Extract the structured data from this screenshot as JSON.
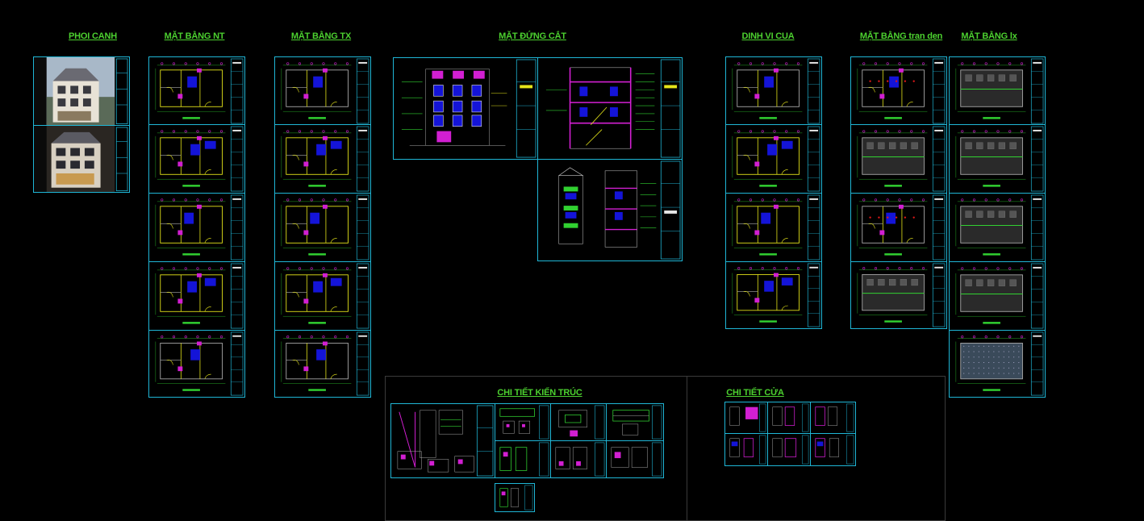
{
  "section_titles": {
    "phoi_canh": "PHOI CANH",
    "mat_bang_nt": "MẶT BẰNG NT",
    "mat_bang_tx": "MẶT BẰNG TX",
    "mat_dung_cat": "MẶT ĐỨNG CẮT",
    "dinh_vi_cua": "DINH VI CUA",
    "mat_bang_tran_den": "MẶT BẰNG tran den",
    "mat_bang_lx": "MẶT BẰNG lx",
    "chi_tiet_kien_truc": "CHI TIẾT KIẾN TRÚC",
    "chi_tiet_cua": "CHI TIẾT CỬA"
  },
  "colors": {
    "background": "#000000",
    "sheet_border": "#1fb6d6",
    "title_green": "#4cd12f",
    "wall_yellow": "#e5e51a",
    "magenta": "#d21fd2",
    "blue_fill": "#1414d8",
    "green_lines": "#31d131",
    "red": "#e01818"
  },
  "icons": {
    "sheet": "drawing-sheet-icon",
    "render": "building-render-image"
  }
}
